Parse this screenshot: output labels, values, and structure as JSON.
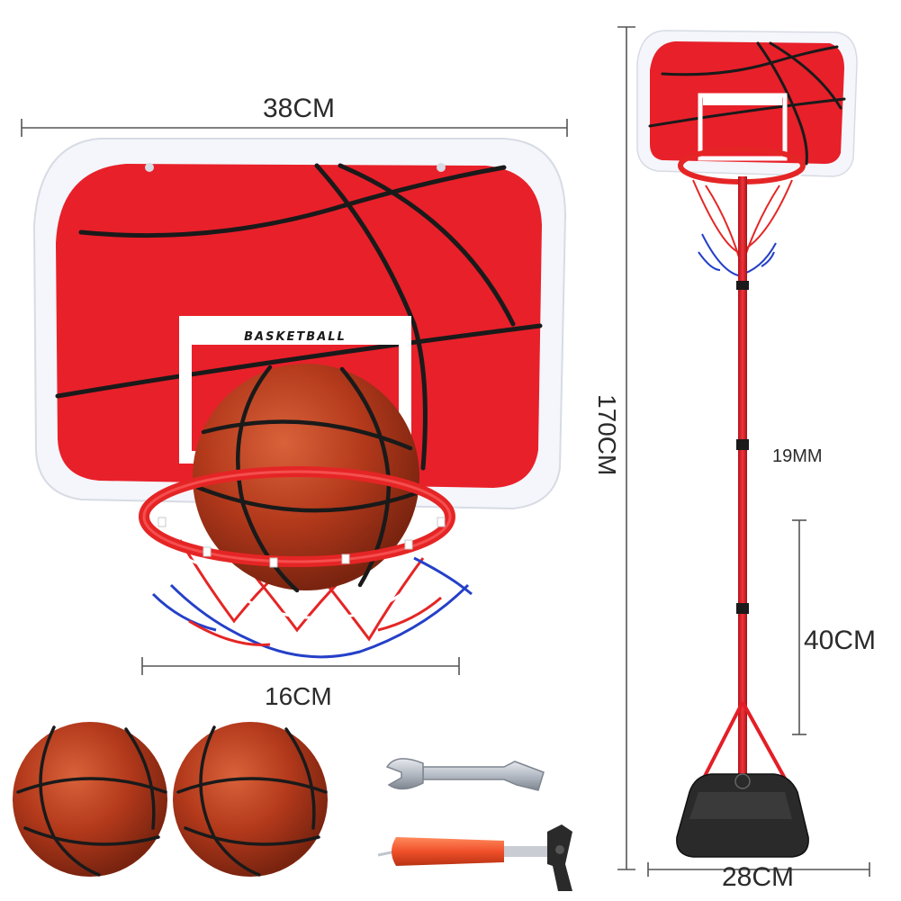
{
  "dimensions": {
    "backboard_width": "38CM",
    "hoop_diameter": "16CM",
    "stand_height": "170CM",
    "pole_diameter": "19MM",
    "pole_section": "40CM",
    "base_width": "28CM"
  },
  "backboard": {
    "text": "BASKETBALL"
  },
  "colors": {
    "board_red": "#e8202a",
    "frame_white": "#f4f6fb",
    "ball_brown": "#b33a1c",
    "pump_orange": "#f0502a",
    "line_black": "#1a1a1a",
    "net_blue": "#2440c8",
    "net_red": "#e52525",
    "pole_red": "#e41e26"
  }
}
